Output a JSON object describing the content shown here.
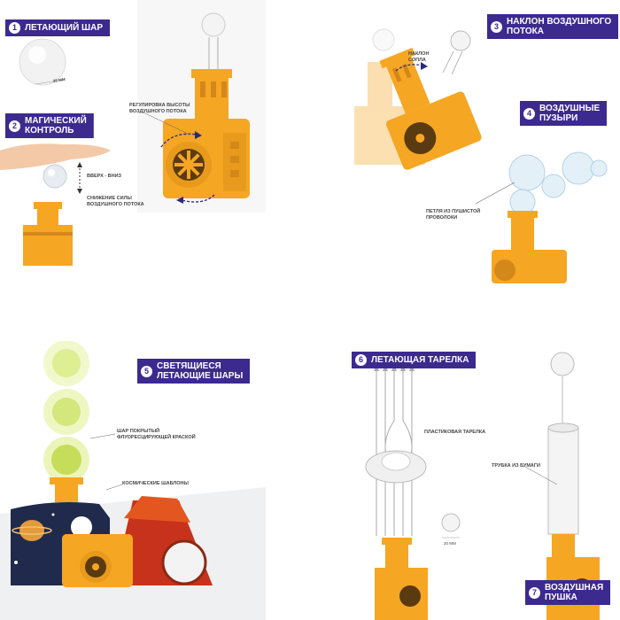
{
  "panel1": {
    "badge1": {
      "num": "1",
      "label": "ЛЕТАЮЩИЙ ШАР"
    },
    "badge2": {
      "num": "2",
      "label": "МАГИЧЕСКИЙ\nКОНТРОЛЬ"
    },
    "ball_size": "35 mm",
    "caption_height": "РЕГУЛИРОВКА ВЫСОТЫ\nВОЗДУШНОГО ПОТОКА",
    "caption_updown": "ВВЕРХ - ВНИЗ",
    "caption_weaken": "СНИЖЕНИЕ СИЛЫ\nВОЗДУШНОГО ПОТОКА"
  },
  "panel2": {
    "badge3": {
      "num": "3",
      "label": "НАКЛОН ВОЗДУШНОГО\nПОТОКА"
    },
    "badge4": {
      "num": "4",
      "label": "ВОЗДУШНЫЕ\nПУЗЫРИ"
    },
    "caption_nozzle": "НАКЛОН\nСОПЛА",
    "caption_loop": "ПЕТЛЯ ИЗ ПУШИСТОЙ\nПРОВОЛОКИ"
  },
  "panel3": {
    "badge5": {
      "num": "5",
      "label": "СВЕТЯЩИЕСЯ\nЛЕТАЮЩИЕ ШАРЫ"
    },
    "caption_ball": "ШАР ПОКРЫТЫЙ\nФЛУОРЕСЦИРУЮЩЕЙ КРАСКОЙ",
    "caption_templates": "КОСМИЧЕСКИЕ ШАБЛОНЫ"
  },
  "panel4": {
    "badge6": {
      "num": "6",
      "label": "ЛЕТАЮЩАЯ ТАРЕЛКА"
    },
    "badge7": {
      "num": "7",
      "label": "ВОЗДУШНАЯ\nПУШКА"
    },
    "caption_plate": "ПЛАСТИКОВАЯ ТАРЕЛКА",
    "caption_tube": "ТРУБКА ИЗ БУМАГИ",
    "ball_size": "20 mm"
  },
  "colors": {
    "badge": "#3d2a8f",
    "toy": "#f5a623",
    "toy_dark": "#d4881a"
  }
}
